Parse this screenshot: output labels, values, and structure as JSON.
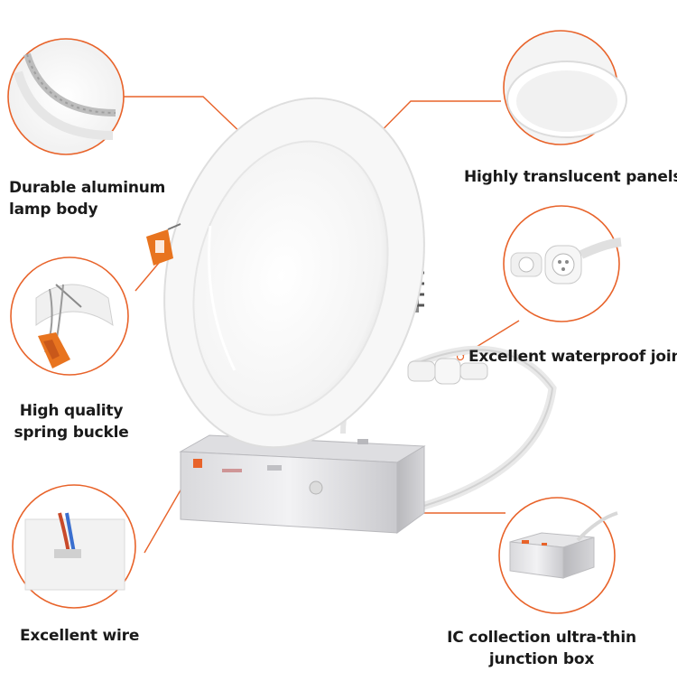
{
  "colors": {
    "accent": "#E8632A",
    "background": "#FFFFFF",
    "text": "#1A1A1A"
  },
  "features": {
    "aluminum_body": {
      "line1": "Durable aluminum",
      "line2": "lamp body"
    },
    "translucent_panels": {
      "line1": "Highly translucent panels"
    },
    "spring_buckle": {
      "line1": "High quality",
      "line2": "spring buckle"
    },
    "waterproof_joint": {
      "line1": "Excellent waterproof join"
    },
    "wire": {
      "line1": "Excellent wire"
    },
    "junction_box": {
      "line1": "IC collection ultra-thin",
      "line2": "junction box"
    }
  }
}
